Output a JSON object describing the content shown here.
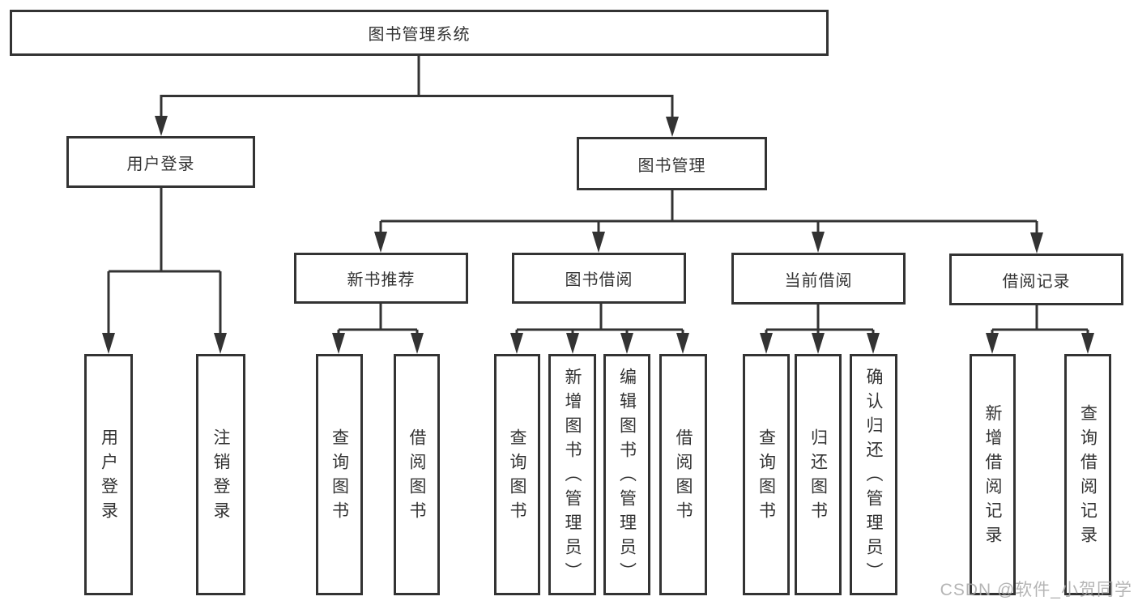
{
  "diagram": {
    "type": "hierarchy-tree",
    "colors": {
      "line": "#333333",
      "text": "#333333",
      "background": "#ffffff",
      "watermark": "#a8a8a8"
    },
    "tree": {
      "label": "图书管理系统",
      "children": [
        {
          "label": "用户登录",
          "children": [
            {
              "label": "用户登录"
            },
            {
              "label": "注销登录"
            }
          ]
        },
        {
          "label": "图书管理",
          "children": [
            {
              "label": "新书推荐",
              "children": [
                {
                  "label": "查询图书"
                },
                {
                  "label": "借阅图书"
                }
              ]
            },
            {
              "label": "图书借阅",
              "children": [
                {
                  "label": "查询图书"
                },
                {
                  "label": "新增图书（管理员）"
                },
                {
                  "label": "编辑图书（管理员）"
                },
                {
                  "label": "借阅图书"
                }
              ]
            },
            {
              "label": "当前借阅",
              "children": [
                {
                  "label": "查询图书"
                },
                {
                  "label": "归还图书"
                },
                {
                  "label": "确认归还（管理员）"
                }
              ]
            },
            {
              "label": "借阅记录",
              "children": [
                {
                  "label": "新增借阅记录"
                },
                {
                  "label": "查询借阅记录"
                }
              ]
            }
          ]
        }
      ]
    },
    "watermark": "CSDN @软件_小贺同学"
  }
}
